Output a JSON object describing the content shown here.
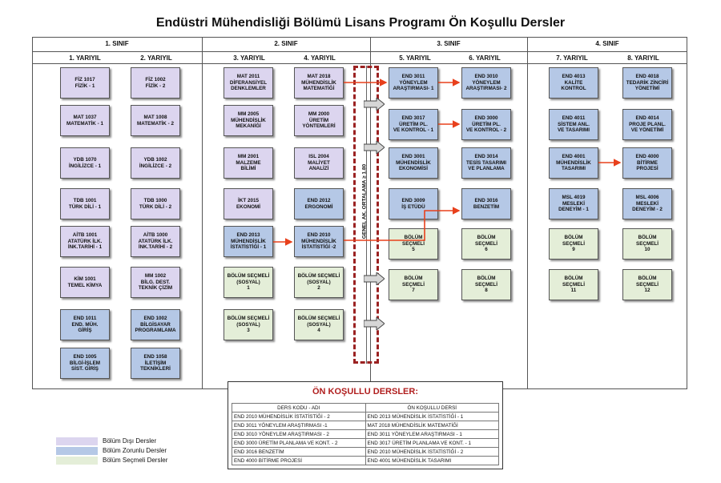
{
  "title": "Endüstri Mühendisliği Bölümü Lisans Programı Ön Koşullu Dersler",
  "years": [
    "1. SINIF",
    "2. SINIF",
    "3. SINIF",
    "4. SINIF"
  ],
  "semesters": [
    "1. YARIYIL",
    "2. YARIYIL",
    "3. YARIYIL",
    "4. YARIYIL",
    "5. YARIYIL",
    "6. YARIYIL",
    "7. YARIYIL",
    "8. YARIYIL"
  ],
  "courses": {
    "c11": "FİZ 1017\nFİZİK - 1",
    "c12": "MAT 1037\nMATEMATİK - 1",
    "c13": "YDB 1070\nİNGİLİZCE - 1",
    "c14": "TDB 1001\nTÜRK DİLİ - 1",
    "c15": "AİTB 1001\nATATÜRK İLK.\nİNK.TARİHİ - 1",
    "c16": "KİM 1001\nTEMEL KİMYA",
    "c17": "END 1011\nEND. MÜH.\nGİRİŞ",
    "c18": "END 1005\nBİLGİ-İŞLEM\nSİST. GİRİŞ",
    "c21": "FİZ 1002\nFİZİK - 2",
    "c22": "MAT 1008\nMATEMATİK - 2",
    "c23": "YDB 1002\nİNGİLİZCE - 2",
    "c24": "TDB 1000\nTÜRK DİLİ - 2",
    "c25": "AİTB 1000\nATATÜRK İLK.\nİNK.TARİHİ - 2",
    "c26": "MM 1002\nBİLG. DEST.\nTEKNİK ÇİZİM",
    "c27": "END 1002\nBİLGİSAYAR\nPROGRAMLAMA",
    "c28": "END 1058\nİLETİŞİM\nTEKNİKLERİ",
    "c31": "MAT 2011\nDİFERANSİYEL\nDENKLEMLER",
    "c32": "MM 2005\nMÜHENDİSLİK\nMEKANİĞİ",
    "c33": "MM 2001\nMALZEME\nBİLİMİ",
    "c34": "İKT 2015\nEKONOMİ",
    "c35": "END 2013\nMÜHENDİSLİK\nİSTATİSTİĞİ - 1",
    "c36": "BÖLÜM SEÇMELİ\n(SOSYAL)\n1",
    "c37": "BÖLÜM SEÇMELİ\n(SOSYAL)\n3",
    "c41": "MAT 2018\nMÜHENDİSLİK\nMATEMATİĞİ",
    "c42": "MM 2000\nÜRETİM\nYÖNTEMLERİ",
    "c43": "ISL 2004\nMALİYET\nANALİZİ",
    "c44": "END 2012\nERGONOMİ",
    "c45": "END 2010\nMÜHENDİSLİK\nİSTATİSTİĞİ -2",
    "c46": "BÖLÜM SEÇMELİ\n(SOSYAL)\n2",
    "c47": "BÖLÜM SEÇMELİ\n(SOSYAL)\n4",
    "c51": "END 3011\nYÖNEYLEM\nARAŞTIRMASI- 1",
    "c52": "END 3017\nÜRETİM PL.\nVE KONTROL - 1",
    "c53": "END 3001\nMÜHENDİSLİK\nEKONOMİSİ",
    "c54": "END 3009\nİŞ ETÜDÜ",
    "c55": "BÖLÜM\nSEÇMELİ\n5",
    "c56": "BÖLÜM\nSEÇMELİ\n7",
    "c61": "END 3010\nYÖNEYLEM\nARAŞTIRMASI- 2",
    "c62": "END 3000\nÜRETİM PL.\nVE KONTROL - 2",
    "c63": "END 3014\nTESİS TASARIMI\nVE PLANLAMA",
    "c64": "END 3016\nBENZETİM",
    "c65": "BÖLÜM\nSEÇMELİ\n6",
    "c66": "BÖLÜM\nSEÇMELİ\n8",
    "c71": "END 4013\nKALİTE\nKONTROL",
    "c72": "END 4011\nSİSTEM ANL.\nVE TASARIMI",
    "c73": "END 4001\nMÜHENDİSLİK\nTASARIMI",
    "c74": "MSL 4019\nMESLEKİ\nDENEYİM - 1",
    "c75": "BÖLÜM\nSEÇMELİ\n9",
    "c76": "BÖLÜM\nSEÇMELİ\n11",
    "c81": "END 4018\nTEDARİK ZİNCİRİ\nYÖNETİMİ",
    "c82": "END 4014\nPROJE PLANL.\nVE YÖNETİMİ",
    "c83": "END 4000\nBİTİRME\nPROJESİ",
    "c84": "MSL 4006\nMESLEKİ\nDENEYİM - 2",
    "c85": "BÖLÜM\nSEÇMELİ\n10",
    "c86": "BÖLÜM\nSEÇMELİ\n12"
  },
  "gpa_label": "GENEL AK. ORTALAMA ≥ 1.80",
  "prereq": {
    "title": "ÖN KOŞULLU DERSLER:",
    "header_course": "DERS KODU - ADI",
    "header_prereq": "ÖN KOŞULLU DERSİ",
    "rows": [
      [
        "END 2010 MÜHENDİSLİK İSTATİSTİĞİ - 2",
        "END 2013 MÜHENDİSLİK İSTATİSTİĞİ - 1"
      ],
      [
        "END 3011 YÖNEYLEM ARAŞTIRMASI -1",
        "MAT 2018 MÜHENDİSLİK MATEMATİĞİ"
      ],
      [
        "END 3010 YÖNEYLEM ARAŞTIRMASI - 2",
        "END 3011 YÖNEYLEM ARAŞTIRMASI - 1"
      ],
      [
        "END 3000 ÜRETİM PLANLAMA VE KONT. - 2",
        "END 3017 ÜRETİM PLANLAMA VE KONT. - 1"
      ],
      [
        "END 3016 BENZETİM",
        "END 2010 MÜHENDİSLİK İSTATİSTİĞİ - 2"
      ],
      [
        "END 4000 BİTİRME PROJESİ",
        "END 4001 MÜHENDİSLİK TASARIMI"
      ]
    ]
  },
  "legend": [
    "Bölüm Dışı Dersler",
    "Bölüm Zorunlu Dersler",
    "Bölüm Seçmeli Dersler"
  ],
  "colors": {
    "purple": "#dcd5ef",
    "blue": "#b5c8e6",
    "green": "#e4eed8",
    "arrow": "#e8401c",
    "dashed": "#9b2222"
  }
}
